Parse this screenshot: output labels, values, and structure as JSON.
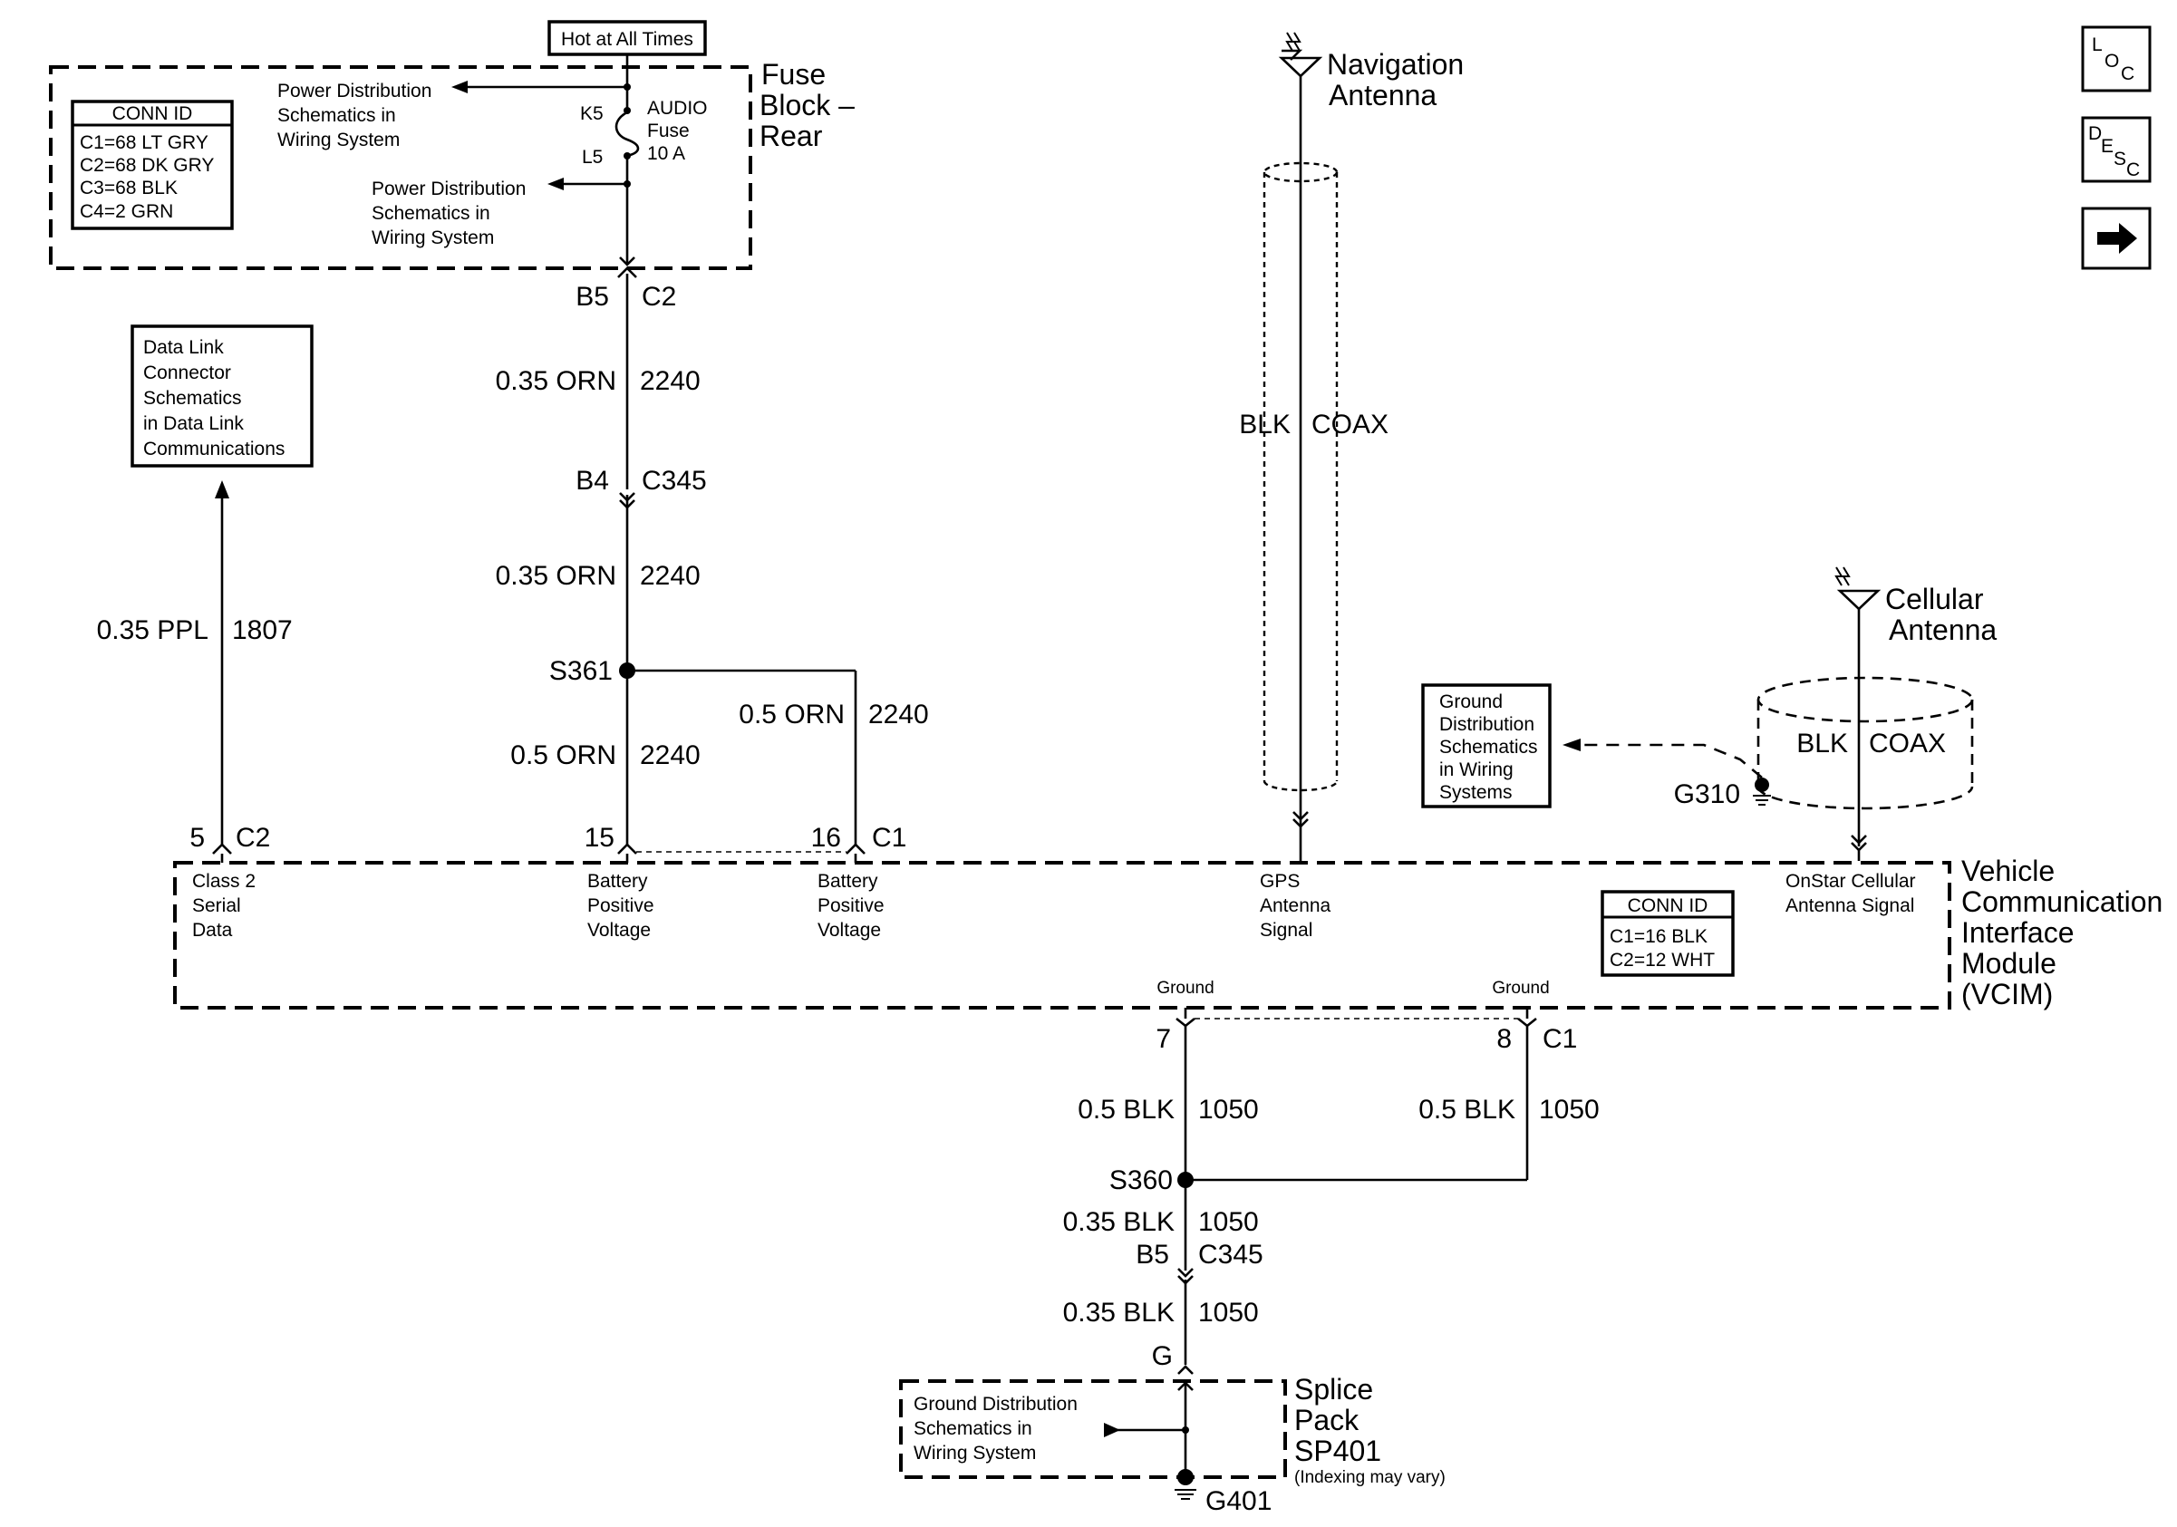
{
  "hot_at_all_times": "Hot at All Times",
  "fuse_block": {
    "name_lines": [
      "Fuse",
      "Block –",
      "Rear"
    ],
    "conn_id": {
      "title": "CONN ID",
      "lines": [
        "C1=68 LT GRY",
        "C2=68 DK GRY",
        "C3=68 BLK",
        "C4=2 GRN"
      ]
    },
    "power_dist_top": [
      "Power Distribution",
      "Schematics in",
      "Wiring System"
    ],
    "power_dist_bottom": [
      "Power Distribution",
      "Schematics in",
      "Wiring System"
    ],
    "k5": "K5",
    "l5": "L5",
    "fuse_lines": [
      "AUDIO",
      "Fuse",
      "10 A"
    ]
  },
  "data_link_ref": [
    "Data Link",
    "Connector",
    "Schematics",
    "in Data Link",
    "Communications"
  ],
  "wires": {
    "ppl_label": "0.35 PPL",
    "ppl_circuit": "1807",
    "b5": "B5",
    "c2": "C2",
    "orn1_label": "0.35 ORN",
    "orn1_circuit": "2240",
    "b4": "B4",
    "c345": "C345",
    "orn2_label": "0.35 ORN",
    "orn2_circuit": "2240",
    "s361": "S361",
    "orn3_label": "0.5 ORN",
    "orn3_circuit": "2240",
    "orn4_label": "0.5 ORN",
    "orn4_circuit": "2240"
  },
  "navigation_antenna": {
    "label_lines": [
      "Navigation",
      "Antenna"
    ],
    "coax_left": "BLK",
    "coax_right": "COAX"
  },
  "cellular_antenna": {
    "label_lines": [
      "Cellular",
      "Antenna"
    ],
    "coax_left": "BLK",
    "coax_right": "COAX"
  },
  "ground_dist_ref": [
    "Ground",
    "Distribution",
    "Schematics",
    "in Wiring",
    "Systems"
  ],
  "g310": "G310",
  "vcim": {
    "name_lines": [
      "Vehicle",
      "Communication",
      "Interface",
      "Module",
      "(VCIM)"
    ],
    "pin_5": "5",
    "pin_5_conn": "C2",
    "pin_15": "15",
    "pin_16": "16",
    "pin_16_conn": "C1",
    "pin_class2": [
      "Class 2",
      "Serial",
      "Data"
    ],
    "pin_batt1": [
      "Battery",
      "Positive",
      "Voltage"
    ],
    "pin_batt2": [
      "Battery",
      "Positive",
      "Voltage"
    ],
    "pin_gps": [
      "GPS",
      "Antenna",
      "Signal"
    ],
    "pin_onstar": [
      "OnStar Cellular",
      "Antenna Signal"
    ],
    "conn_id": {
      "title": "CONN ID",
      "lines": [
        "C1=16 BLK",
        "C2=12 WHT"
      ]
    },
    "ground_1": "Ground",
    "ground_2": "Ground",
    "pin_7": "7",
    "pin_8": "8",
    "pin_8_conn": "C1"
  },
  "ground_wires": {
    "blk1_label": "0.5 BLK",
    "blk1_circuit": "1050",
    "blk2_label": "0.5 BLK",
    "blk2_circuit": "1050",
    "s360": "S360",
    "blk3_label": "0.35 BLK",
    "blk3_circuit": "1050",
    "b5": "B5",
    "c345": "C345",
    "blk4_label": "0.35 BLK",
    "blk4_circuit": "1050",
    "g": "G"
  },
  "splice_pack": {
    "name_lines": [
      "Splice",
      "Pack",
      "SP401"
    ],
    "note": "(Indexing may vary)",
    "ref_lines": [
      "Ground Distribution",
      "Schematics in",
      "Wiring System"
    ],
    "g401": "G401"
  },
  "nav_buttons": {
    "loc": [
      "L",
      "O",
      "C"
    ],
    "desc": [
      "D",
      "E",
      "S",
      "C"
    ]
  }
}
